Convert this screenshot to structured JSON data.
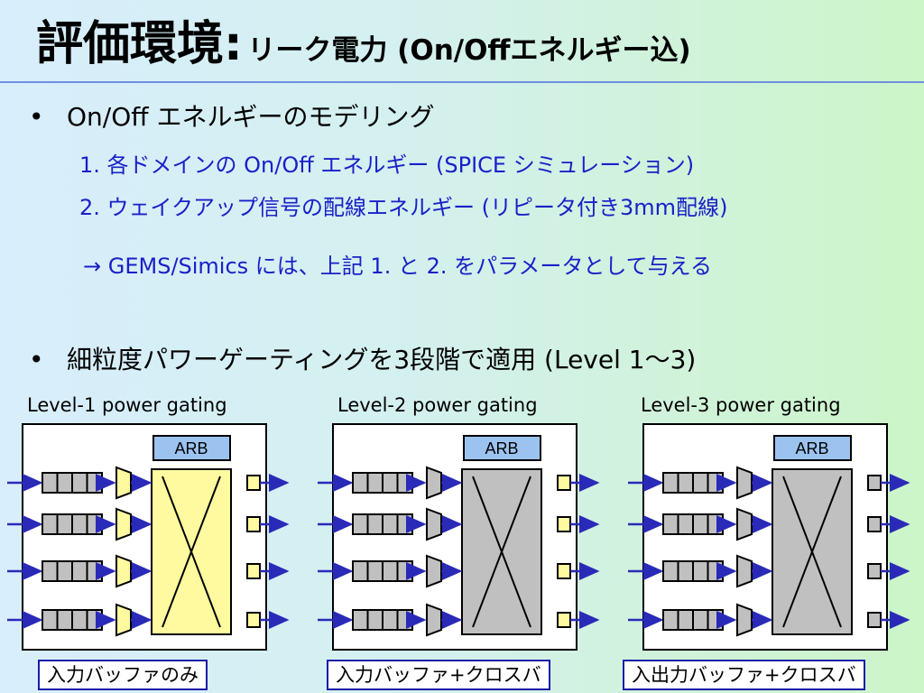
{
  "title": {
    "main": "評価環境:",
    "sub": "リーク電力 (On/Offエネルギー込)"
  },
  "bullets": [
    {
      "text": "On/Off エネルギーのモデリング",
      "subitems": [
        "1. 各ドメインの On/Off エネルギー (SPICE シミュレーション)",
        "2. ウェイクアップ信号の配線エネルギー (リピータ付き3mm配線)"
      ],
      "note": "→ GEMS/Simics には、上記 1. と 2. をパラメータとして与える"
    },
    {
      "text": "細粒度パワーゲーティングを3段階で適用 (Level 1～3)"
    }
  ],
  "panels": [
    {
      "label": "Level-1 power gating",
      "arb": "ARB",
      "caption": "入力バッファのみ",
      "crossbar_color": "#fffaa0",
      "mux_color": "#fffaa0",
      "outbuf_color": "#fffaa0"
    },
    {
      "label": "Level-2 power gating",
      "arb": "ARB",
      "caption": "入力バッファ+クロスバ",
      "crossbar_color": "#c0c0c0",
      "mux_color": "#c0c0c0",
      "outbuf_color": "#fffaa0"
    },
    {
      "label": "Level-3 power gating",
      "arb": "ARB",
      "caption": "入出力バッファ+クロスバ",
      "crossbar_color": "#c0c0c0",
      "mux_color": "#c0c0c0",
      "outbuf_color": "#c0c0c0"
    }
  ],
  "colors": {
    "arrow": "#2a2ab8",
    "arb_fill": "#9cc3f0",
    "buffer_fill": "#c0c0c0"
  }
}
